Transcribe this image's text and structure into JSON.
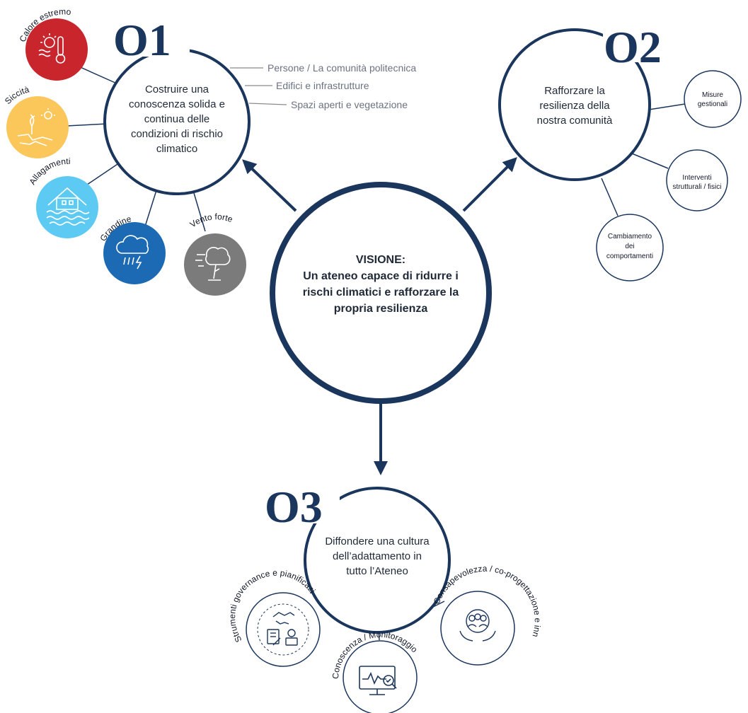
{
  "colors": {
    "navy": "#1b365d",
    "hazard_heat": "#c8252c",
    "hazard_drought": "#fbc65a",
    "hazard_flood": "#5ccaf2",
    "hazard_hail": "#1c6ab3",
    "hazard_wind": "#7b7b7b",
    "leader_gray": "#8a8a8a"
  },
  "vision": {
    "title": "VISIONE:",
    "lines": [
      "Un ateneo capace di ridurre i",
      "rischi climatici e rafforzare la",
      "propria resilienza"
    ]
  },
  "o1": {
    "number": "O1",
    "lines": [
      "Costruire una",
      "conoscenza solida e",
      "continua delle",
      "condizioni di rischio",
      "climatico"
    ],
    "leaders": [
      "Persone / La comunità politecnica",
      "Edifici e infrastrutture",
      "Spazi aperti e vegetazione"
    ],
    "hazards": [
      {
        "label": "Calore estremo",
        "icon": "thermometer-sun-icon"
      },
      {
        "label": "Siccità",
        "icon": "drought-icon"
      },
      {
        "label": "Allagamenti",
        "icon": "flooded-house-icon"
      },
      {
        "label": "Grandine",
        "icon": "hail-cloud-icon"
      },
      {
        "label": "Vento forte",
        "icon": "wind-tree-icon"
      }
    ]
  },
  "o2": {
    "number": "O2",
    "lines": [
      "Rafforzare la",
      "resilienza della",
      "nostra comunità"
    ],
    "satellites": [
      {
        "lines": [
          "Misure",
          "gestionali"
        ]
      },
      {
        "lines": [
          "Interventi",
          "strutturali / fisici"
        ]
      },
      {
        "lines": [
          "Cambiamento",
          "dei",
          "comportamenti"
        ]
      }
    ]
  },
  "o3": {
    "number": "O3",
    "lines": [
      "Diffondere una cultura",
      "dell’adattamento in",
      "tutto l’Ateneo"
    ],
    "satellites": [
      {
        "label": "Strumenti governance e pianificazione",
        "icon": "handshake-planning-icon"
      },
      {
        "label": "Conoscenza / Monitoraggio",
        "icon": "monitor-chart-icon"
      },
      {
        "label": "Consapevolezza / co-progettazione e innovazione",
        "icon": "people-hands-icon"
      }
    ]
  }
}
